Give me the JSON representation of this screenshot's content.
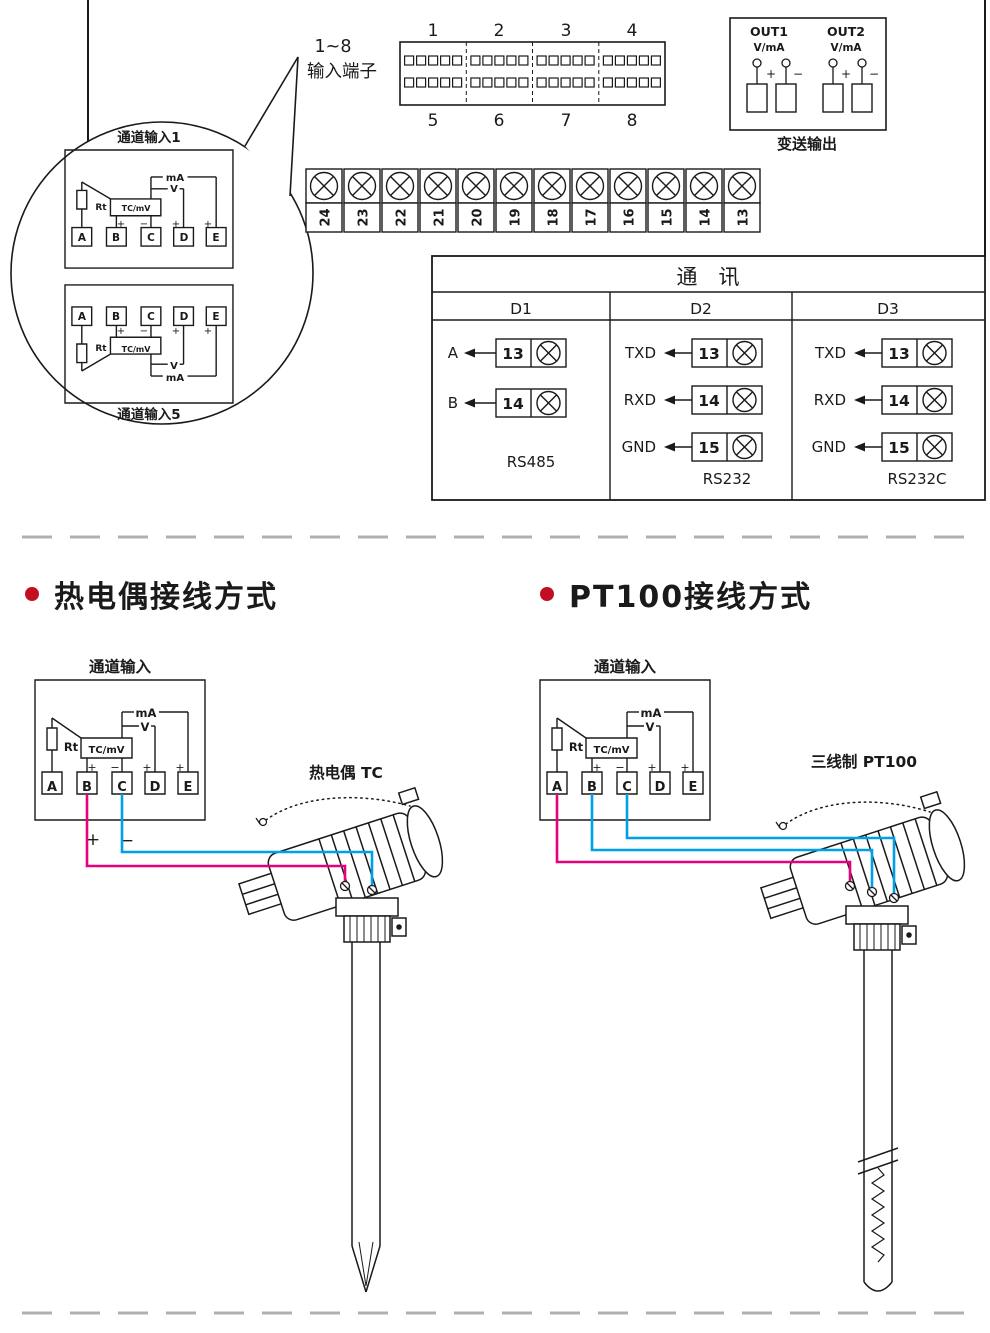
{
  "top_panel": {
    "callout": {
      "line1": "1~8",
      "line2": "输入端子"
    },
    "connector": {
      "top_numbers": [
        "1",
        "2",
        "3",
        "4"
      ],
      "bottom_numbers": [
        "5",
        "6",
        "7",
        "8"
      ]
    },
    "out_box": {
      "out1": "OUT1",
      "out2": "OUT2",
      "vma": "V/mA",
      "plus": "+",
      "minus": "−",
      "caption": "变送输出"
    },
    "terminal_numbers": [
      "24",
      "23",
      "22",
      "21",
      "20",
      "19",
      "18",
      "17",
      "16",
      "15",
      "14",
      "13"
    ]
  },
  "balloon": {
    "channel1_label": "通道输入1",
    "channel5_label": "通道输入5"
  },
  "schematic": {
    "terminals": [
      "A",
      "B",
      "C",
      "D",
      "E"
    ],
    "rt": "Rt",
    "tc_mv": "TC/mV",
    "v": "V",
    "ma": "mA",
    "plus": "+",
    "minus": "−"
  },
  "comm": {
    "title": "通　讯",
    "columns": [
      {
        "header": "D1",
        "rows": [
          {
            "signal": "A",
            "num": "13"
          },
          {
            "signal": "B",
            "num": "14"
          }
        ],
        "standard": "RS485"
      },
      {
        "header": "D2",
        "rows": [
          {
            "signal": "TXD",
            "num": "13"
          },
          {
            "signal": "RXD",
            "num": "14"
          },
          {
            "signal": "GND",
            "num": "15"
          }
        ],
        "standard": "RS232"
      },
      {
        "header": "D3",
        "rows": [
          {
            "signal": "TXD",
            "num": "13"
          },
          {
            "signal": "RXD",
            "num": "14"
          },
          {
            "signal": "GND",
            "num": "15"
          }
        ],
        "standard": "RS232C"
      }
    ]
  },
  "sections": {
    "tc_heading": "热电偶接线方式",
    "pt_heading": "PT100接线方式"
  },
  "tc_diagram": {
    "channel_label": "通道输入",
    "sensor_label": "热电偶 TC",
    "wire_plus": "+",
    "wire_minus": "−"
  },
  "pt_diagram": {
    "channel_label": "通道输入",
    "sensor_label": "三线制 PT100"
  },
  "colors": {
    "wire_pink": "#e4007f",
    "wire_blue": "#00a0e9",
    "bullet": "#c30d23",
    "dash": "#b0b0b0"
  }
}
